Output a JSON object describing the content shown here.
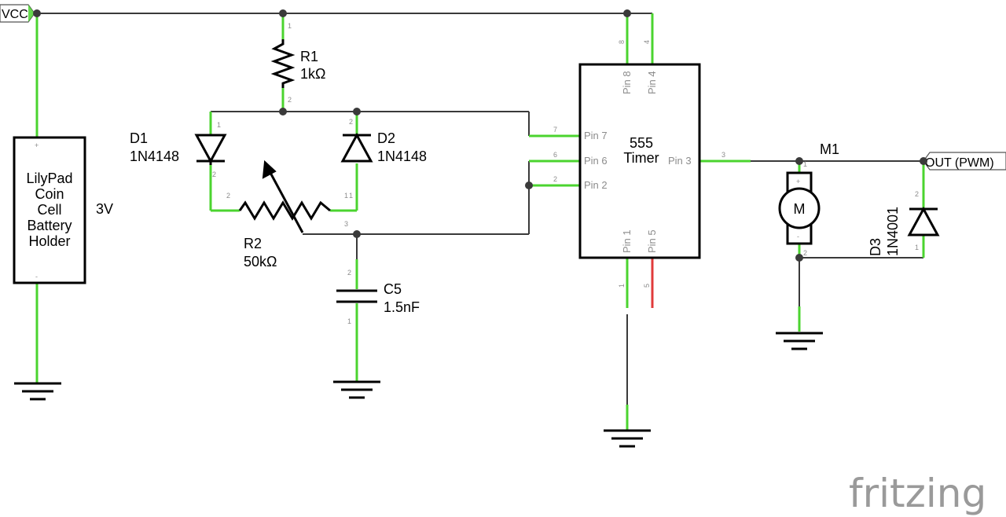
{
  "ports": {
    "vcc": "VCC",
    "out": "OUT (PWM)"
  },
  "battery": {
    "lines": [
      "LilyPad",
      "Coin",
      "Cell",
      "Battery",
      "Holder"
    ],
    "voltage": "3V",
    "plus": "+",
    "minus": "-"
  },
  "r1": {
    "ref": "R1",
    "value": "1kΩ",
    "pin1": "1",
    "pin2": "2"
  },
  "d1": {
    "ref": "D1",
    "part": "1N4148",
    "pin1": "1",
    "pin2": "2"
  },
  "d2": {
    "ref": "D2",
    "part": "1N4148",
    "pin1": "1",
    "pin2": "2"
  },
  "r2": {
    "ref": "R2",
    "value": "50kΩ",
    "pin1": "1",
    "pin2": "2",
    "pin3": "3"
  },
  "c5": {
    "ref": "C5",
    "value": "1.5nF",
    "pin1": "1",
    "pin2": "2"
  },
  "timer": {
    "title_line1": "555",
    "title_line2": "Timer",
    "pins": {
      "p7": "Pin 7",
      "p6": "Pin 6",
      "p2": "Pin 2",
      "p3": "Pin 3",
      "p8": "Pin 8",
      "p4": "Pin 4",
      "p1": "Pin 1",
      "p5": "Pin 5"
    },
    "nums": {
      "n7": "7",
      "n6": "6",
      "n2": "2",
      "n3": "3",
      "n8": "8",
      "n4": "4",
      "n1": "1",
      "n5": "5"
    }
  },
  "m1": {
    "ref": "M1",
    "symbol": "M",
    "plus": "+",
    "minus": "-",
    "pin1": "1",
    "pin2": "2"
  },
  "d3": {
    "ref": "D3",
    "part": "1N4001",
    "pin1": "1",
    "pin2": "2"
  },
  "brand": {
    "name": "fritzing"
  },
  "colors": {
    "connected": "#4bd42f",
    "unconnected": "#e03b3b",
    "wire": "#3a3a3a"
  }
}
